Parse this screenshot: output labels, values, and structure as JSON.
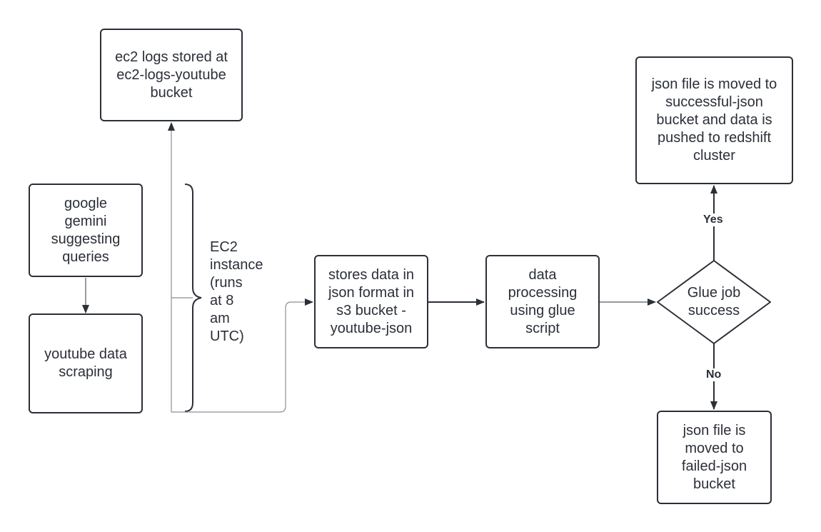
{
  "colors": {
    "stroke": "#2b2f38",
    "connector": "#555a64",
    "background": "#ffffff"
  },
  "nodes": {
    "gemini": "google gemini suggesting queries",
    "scraping": "youtube data scraping",
    "ec2_logs": "ec2 logs stored at ec2-logs-youtube bucket",
    "store_s3": "stores data in json format in s3 bucket - youtube-json",
    "glue_processing": "data processing using glue script",
    "decision": "Glue job success",
    "success_result": "json file is moved to successful-json bucket and data is pushed to redshift cluster",
    "failed_result": "json file is moved to failed-json bucket"
  },
  "group_label": "EC2\ninstance\n(runs\nat 8\nam\nUTC)",
  "branches": {
    "yes": "Yes",
    "no": "No"
  }
}
